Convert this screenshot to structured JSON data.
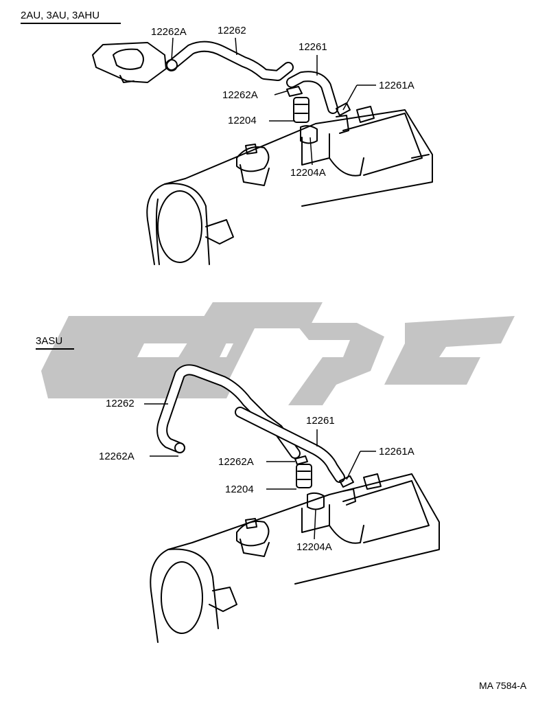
{
  "sections": [
    {
      "header": "2AU, 3AU, 3AHU",
      "labels": {
        "hose_clamp_left": "12262A",
        "hose_main": "12262",
        "hose_short": "12261",
        "hose_clamp_mid": "12262A",
        "clip_right": "12261A",
        "pcv_valve": "12204",
        "grommet": "12204A"
      }
    },
    {
      "header": "3ASU",
      "labels": {
        "hose_main": "12262",
        "hose_clamp_left": "12262A",
        "hose_short": "12261",
        "clip_right": "12261A",
        "hose_clamp_mid": "12262A",
        "pcv_valve": "12204",
        "grommet": "12204A"
      }
    }
  ],
  "watermark": {
    "color": "#c4c4c4"
  },
  "figure_id": "MA 7584-A"
}
